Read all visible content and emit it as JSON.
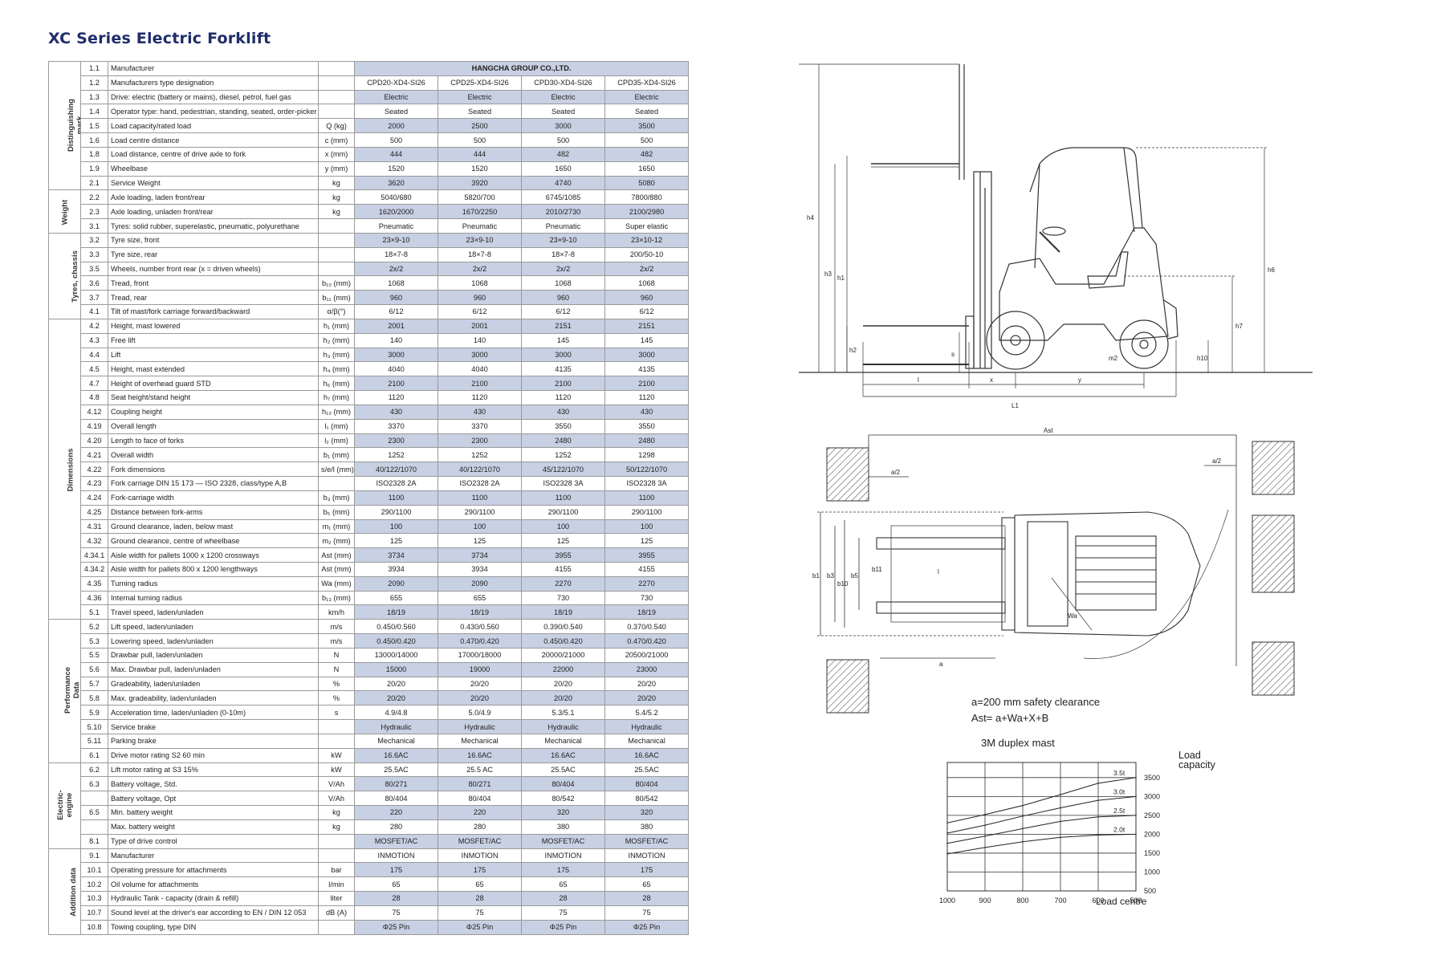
{
  "title": "XC Series Electric Forklift",
  "manufacturer_value": "HANGCHA GROUP CO.,LTD.",
  "groups": [
    {
      "label": "Distinguishing mark",
      "lines": [
        "Distinguishing",
        "mark"
      ],
      "rows": 9
    },
    {
      "label": "Weight",
      "lines": [
        "Weight"
      ],
      "rows": 3
    },
    {
      "label": "Tyres, chassis",
      "lines": [
        "Tyres, chassis"
      ],
      "rows": 6
    },
    {
      "label": "Dimensions",
      "lines": [
        "Dimensions"
      ],
      "rows": 21
    },
    {
      "label": "Performance Data",
      "lines": [
        "Performance",
        "Data"
      ],
      "rows": 10
    },
    {
      "label": "Electric-engine",
      "lines": [
        "Electric-",
        "engine"
      ],
      "rows": 6
    },
    {
      "label": "Addition data",
      "lines": [
        "Addition data"
      ],
      "rows": 6
    }
  ],
  "rows": [
    {
      "no": "1.1",
      "desc": "Manufacturer",
      "unit": "",
      "vals": [
        "HANGCHA GROUP CO.,LTD."
      ],
      "span": true
    },
    {
      "no": "1.2",
      "desc": "Manufacturers type designation",
      "unit": "",
      "vals": [
        "CPD20-XD4-SI26",
        "CPD25-XD4-SI26",
        "CPD30-XD4-SI26",
        "CPD35-XD4-SI26"
      ]
    },
    {
      "no": "1.3",
      "desc": "Drive: electric (battery or mains), diesel, petrol, fuel gas",
      "unit": "",
      "vals": [
        "Electric",
        "Electric",
        "Electric",
        "Electric"
      ]
    },
    {
      "no": "1.4",
      "desc": "Operator type: hand, pedestrian, standing, seated, order-picker",
      "unit": "",
      "vals": [
        "Seated",
        "Seated",
        "Seated",
        "Seated"
      ]
    },
    {
      "no": "1.5",
      "desc": "Load capacity/rated load",
      "unit": "Q (kg)",
      "vals": [
        "2000",
        "2500",
        "3000",
        "3500"
      ]
    },
    {
      "no": "1.6",
      "desc": "Load centre distance",
      "unit": "c (mm)",
      "vals": [
        "500",
        "500",
        "500",
        "500"
      ]
    },
    {
      "no": "1.8",
      "desc": "Load distance, centre of drive axle to fork",
      "unit": "x (mm)",
      "vals": [
        "444",
        "444",
        "482",
        "482"
      ]
    },
    {
      "no": "1.9",
      "desc": "Wheelbase",
      "unit": "y (mm)",
      "vals": [
        "1520",
        "1520",
        "1650",
        "1650"
      ]
    },
    {
      "no": "2.1",
      "desc": "Service Weight",
      "unit": "kg",
      "vals": [
        "3620",
        "3920",
        "4740",
        "5080"
      ]
    },
    {
      "no": "2.2",
      "desc": "Axle loading, laden front/rear",
      "unit": "kg",
      "vals": [
        "5040/680",
        "5820/700",
        "6745/1085",
        "7800/880"
      ]
    },
    {
      "no": "2.3",
      "desc": "Axle loading, unladen front/rear",
      "unit": "kg",
      "vals": [
        "1620/2000",
        "1670/2250",
        "2010/2730",
        "2100/2980"
      ]
    },
    {
      "no": "3.1",
      "desc": "Tyres: solid rubber, superelastic, pneumatic, polyurethane",
      "unit": "",
      "vals": [
        "Pneumatic",
        "Pneumatic",
        "Pneumatic",
        "Super elastic"
      ]
    },
    {
      "no": "3.2",
      "desc": "Tyre size, front",
      "unit": "",
      "vals": [
        "23×9-10",
        "23×9-10",
        "23×9-10",
        "23×10-12"
      ]
    },
    {
      "no": "3.3",
      "desc": "Tyre size, rear",
      "unit": "",
      "vals": [
        "18×7-8",
        "18×7-8",
        "18×7-8",
        "200/50-10"
      ]
    },
    {
      "no": "3.5",
      "desc": "Wheels, number front rear (x = driven wheels)",
      "unit": "",
      "vals": [
        "2x/2",
        "2x/2",
        "2x/2",
        "2x/2"
      ]
    },
    {
      "no": "3.6",
      "desc": "Tread, front",
      "unit": "b₁₀ (mm)",
      "vals": [
        "1068",
        "1068",
        "1068",
        "1068"
      ]
    },
    {
      "no": "3.7",
      "desc": "Tread, rear",
      "unit": "b₁₁ (mm)",
      "vals": [
        "960",
        "960",
        "960",
        "960"
      ]
    },
    {
      "no": "4.1",
      "desc": "Tilt of mast/fork carriage forward/backward",
      "unit": "α/β(°)",
      "vals": [
        "6/12",
        "6/12",
        "6/12",
        "6/12"
      ]
    },
    {
      "no": "4.2",
      "desc": "Height, mast lowered",
      "unit": "h₁ (mm)",
      "vals": [
        "2001",
        "2001",
        "2151",
        "2151"
      ]
    },
    {
      "no": "4.3",
      "desc": "Free lift",
      "unit": "h₂ (mm)",
      "vals": [
        "140",
        "140",
        "145",
        "145"
      ]
    },
    {
      "no": "4.4",
      "desc": "Lift",
      "unit": "h₃ (mm)",
      "vals": [
        "3000",
        "3000",
        "3000",
        "3000"
      ]
    },
    {
      "no": "4.5",
      "desc": "Height, mast extended",
      "unit": "h₄ (mm)",
      "vals": [
        "4040",
        "4040",
        "4135",
        "4135"
      ]
    },
    {
      "no": "4.7",
      "desc": "Height of overhead guard STD",
      "unit": "h₆ (mm)",
      "vals": [
        "2100",
        "2100",
        "2100",
        "2100"
      ]
    },
    {
      "no": "4.8",
      "desc": "Seat height/stand height",
      "unit": "h₇ (mm)",
      "vals": [
        "1120",
        "1120",
        "1120",
        "1120"
      ]
    },
    {
      "no": "4.12",
      "desc": "Coupling height",
      "unit": "h₁₀ (mm)",
      "vals": [
        "430",
        "430",
        "430",
        "430"
      ]
    },
    {
      "no": "4.19",
      "desc": "Overall length",
      "unit": "l₁ (mm)",
      "vals": [
        "3370",
        "3370",
        "3550",
        "3550"
      ]
    },
    {
      "no": "4.20",
      "desc": "Length to face of forks",
      "unit": "l₂ (mm)",
      "vals": [
        "2300",
        "2300",
        "2480",
        "2480"
      ]
    },
    {
      "no": "4.21",
      "desc": "Overall width",
      "unit": "b₁ (mm)",
      "vals": [
        "1252",
        "1252",
        "1252",
        "1298"
      ]
    },
    {
      "no": "4.22",
      "desc": "Fork dimensions",
      "unit": "s/e/l (mm)",
      "vals": [
        "40/122/1070",
        "40/122/1070",
        "45/122/1070",
        "50/122/1070"
      ]
    },
    {
      "no": "4.23",
      "desc": "Fork carriage DIN 15 173 — ISO 2328, class/type A,B",
      "unit": "",
      "vals": [
        "ISO2328 2A",
        "ISO2328 2A",
        "ISO2328 3A",
        "ISO2328 3A"
      ]
    },
    {
      "no": "4.24",
      "desc": "Fork-carriage width",
      "unit": "b₃ (mm)",
      "vals": [
        "1100",
        "1100",
        "1100",
        "1100"
      ]
    },
    {
      "no": "4.25",
      "desc": "Distance between fork-arms",
      "unit": "b₅ (mm)",
      "vals": [
        "290/1100",
        "290/1100",
        "290/1100",
        "290/1100"
      ]
    },
    {
      "no": "4.31",
      "desc": "Ground clearance, laden, below mast",
      "unit": "m₁ (mm)",
      "vals": [
        "100",
        "100",
        "100",
        "100"
      ]
    },
    {
      "no": "4.32",
      "desc": "Ground clearance, centre of wheelbase",
      "unit": "m₂ (mm)",
      "vals": [
        "125",
        "125",
        "125",
        "125"
      ]
    },
    {
      "no": "4.34.1",
      "desc": "Aisle width for pallets 1000 x 1200 crossways",
      "unit": "Ast (mm)",
      "vals": [
        "3734",
        "3734",
        "3955",
        "3955"
      ]
    },
    {
      "no": "4.34.2",
      "desc": "Aisle width for pallets 800 x 1200 lengthways",
      "unit": "Ast (mm)",
      "vals": [
        "3934",
        "3934",
        "4155",
        "4155"
      ]
    },
    {
      "no": "4.35",
      "desc": "Turning radius",
      "unit": "Wa (mm)",
      "vals": [
        "2090",
        "2090",
        "2270",
        "2270"
      ]
    },
    {
      "no": "4.36",
      "desc": "Internal turning radius",
      "unit": "b₁₃ (mm)",
      "vals": [
        "655",
        "655",
        "730",
        "730"
      ]
    },
    {
      "no": "5.1",
      "desc": "Travel speed, laden/unladen",
      "unit": "km/h",
      "vals": [
        "18/19",
        "18/19",
        "18/19",
        "18/19"
      ]
    },
    {
      "no": "5.2",
      "desc": "Lift speed, laden/unladen",
      "unit": "m/s",
      "vals": [
        "0.450/0.560",
        "0.430/0.560",
        "0.390/0.540",
        "0.370/0.540"
      ]
    },
    {
      "no": "5.3",
      "desc": "Lowering speed, laden/unladen",
      "unit": "m/s",
      "vals": [
        "0.450/0.420",
        "0.470/0.420",
        "0.450/0.420",
        "0.470/0.420"
      ]
    },
    {
      "no": "5.5",
      "desc": "Drawbar pull, laden/unladen",
      "unit": "N",
      "vals": [
        "13000/14000",
        "17000/18000",
        "20000/21000",
        "20500/21000"
      ]
    },
    {
      "no": "5.6",
      "desc": "Max. Drawbar pull, laden/unladen",
      "unit": "N",
      "vals": [
        "15000",
        "19000",
        "22000",
        "23000"
      ]
    },
    {
      "no": "5.7",
      "desc": "Gradeability, laden/unladen",
      "unit": "%",
      "vals": [
        "20/20",
        "20/20",
        "20/20",
        "20/20"
      ]
    },
    {
      "no": "5.8",
      "desc": "Max. gradeability, laden/unladen",
      "unit": "%",
      "vals": [
        "20/20",
        "20/20",
        "20/20",
        "20/20"
      ]
    },
    {
      "no": "5.9",
      "desc": "Acceleration time, laden/unladen (0-10m)",
      "unit": "s",
      "vals": [
        "4.9/4.8",
        "5.0/4.9",
        "5.3/5.1",
        "5.4/5.2"
      ]
    },
    {
      "no": "5.10",
      "desc": "Service brake",
      "unit": "",
      "vals": [
        "Hydraulic",
        "Hydraulic",
        "Hydraulic",
        "Hydraulic"
      ]
    },
    {
      "no": "5.11",
      "desc": "Parking brake",
      "unit": "",
      "vals": [
        "Mechanical",
        "Mechanical",
        "Mechanical",
        "Mechanical"
      ]
    },
    {
      "no": "6.1",
      "desc": "Drive motor rating S2 60 min",
      "unit": "kW",
      "vals": [
        "16.6AC",
        "16.6AC",
        "16.6AC",
        "16.6AC"
      ]
    },
    {
      "no": "6.2",
      "desc": "Lift motor rating at S3 15%",
      "unit": "kW",
      "vals": [
        "25.5AC",
        "25.5 AC",
        "25.5AC",
        "25.5AC"
      ]
    },
    {
      "no": "6.3",
      "desc": "Battery voltage, Std.",
      "unit": "V/Ah",
      "vals": [
        "80/271",
        "80/271",
        "80/404",
        "80/404"
      ]
    },
    {
      "no": "",
      "desc": "Battery voltage, Opt",
      "unit": "V/Ah",
      "vals": [
        "80/404",
        "80/404",
        "80/542",
        "80/542"
      ]
    },
    {
      "no": "6.5",
      "desc": "Min. battery weight",
      "unit": "kg",
      "vals": [
        "220",
        "220",
        "320",
        "320"
      ]
    },
    {
      "no": "",
      "desc": "Max. battery weight",
      "unit": "kg",
      "vals": [
        "280",
        "280",
        "380",
        "380"
      ]
    },
    {
      "no": "8.1",
      "desc": "Type of drive control",
      "unit": "",
      "vals": [
        "MOSFET/AC",
        "MOSFET/AC",
        "MOSFET/AC",
        "MOSFET/AC"
      ]
    },
    {
      "no": "9.1",
      "desc": "Manufacturer",
      "unit": "",
      "vals": [
        "INMOTION",
        "INMOTION",
        "INMOTION",
        "INMOTION"
      ]
    },
    {
      "no": "10.1",
      "desc": "Operating pressure for attachments",
      "unit": "bar",
      "vals": [
        "175",
        "175",
        "175",
        "175"
      ]
    },
    {
      "no": "10.2",
      "desc": "Oil volume for attachments",
      "unit": "l/min",
      "vals": [
        "65",
        "65",
        "65",
        "65"
      ]
    },
    {
      "no": "10.3",
      "desc": "Hydraulic Tank - capacity (drain & refill)",
      "unit": "liter",
      "vals": [
        "28",
        "28",
        "28",
        "28"
      ]
    },
    {
      "no": "10.7",
      "desc": "Sound level at the driver's ear according to EN / DIN 12 053",
      "unit": "dB (A)",
      "vals": [
        "75",
        "75",
        "75",
        "75"
      ]
    },
    {
      "no": "10.8",
      "desc": "Towing coupling, type DIN",
      "unit": "",
      "vals": [
        "Φ25 Pin",
        "Φ25 Pin",
        "Φ25 Pin",
        "Φ25 Pin"
      ]
    }
  ],
  "side_view": {
    "dims": [
      "h4",
      "h3",
      "h1",
      "h6",
      "h7",
      "h2",
      "s",
      "h10",
      "m2",
      "l",
      "x",
      "y",
      "L1"
    ]
  },
  "top_view": {
    "dims": [
      "Ast",
      "a/2",
      "a/2",
      "b1",
      "b3",
      "b10",
      "b5",
      "b11",
      "Wa",
      "a",
      "l"
    ],
    "notes": [
      "a=200 mm safety clearance",
      "Ast= a+Wa+X+B"
    ]
  },
  "load_chart": {
    "title": "3M duplex mast",
    "ylabel_lines": [
      "Load",
      "capacity"
    ],
    "xlabel": "Load centre",
    "chart_data": {
      "type": "line",
      "title": "3M duplex mast",
      "xlabel": "Load centre",
      "ylabel": "Load capacity",
      "x_ticks": [
        "1000",
        "900",
        "800",
        "700",
        "600",
        "500"
      ],
      "y_ticks": [
        "500",
        "1000",
        "1500",
        "2000",
        "2500",
        "3000",
        "3500"
      ],
      "xlim": [
        1000,
        500
      ],
      "ylim": [
        500,
        3900
      ],
      "series": [
        {
          "name": "3.5t",
          "x": [
            1000,
            900,
            800,
            700,
            600,
            500
          ],
          "y": [
            2300,
            2520,
            2760,
            3050,
            3350,
            3500
          ]
        },
        {
          "name": "3.0t",
          "x": [
            1000,
            900,
            800,
            700,
            600,
            500
          ],
          "y": [
            2030,
            2240,
            2480,
            2700,
            2900,
            3000
          ]
        },
        {
          "name": "2.5t",
          "x": [
            1000,
            900,
            800,
            700,
            600,
            500
          ],
          "y": [
            1760,
            1950,
            2150,
            2340,
            2460,
            2500
          ]
        },
        {
          "name": "2.0t",
          "x": [
            1000,
            900,
            800,
            700,
            600,
            500
          ],
          "y": [
            1480,
            1650,
            1800,
            1920,
            1980,
            2000
          ]
        }
      ]
    }
  },
  "colors": {
    "title": "#1f2d6b",
    "shade": "#c8d0e3",
    "line": "#333333"
  }
}
